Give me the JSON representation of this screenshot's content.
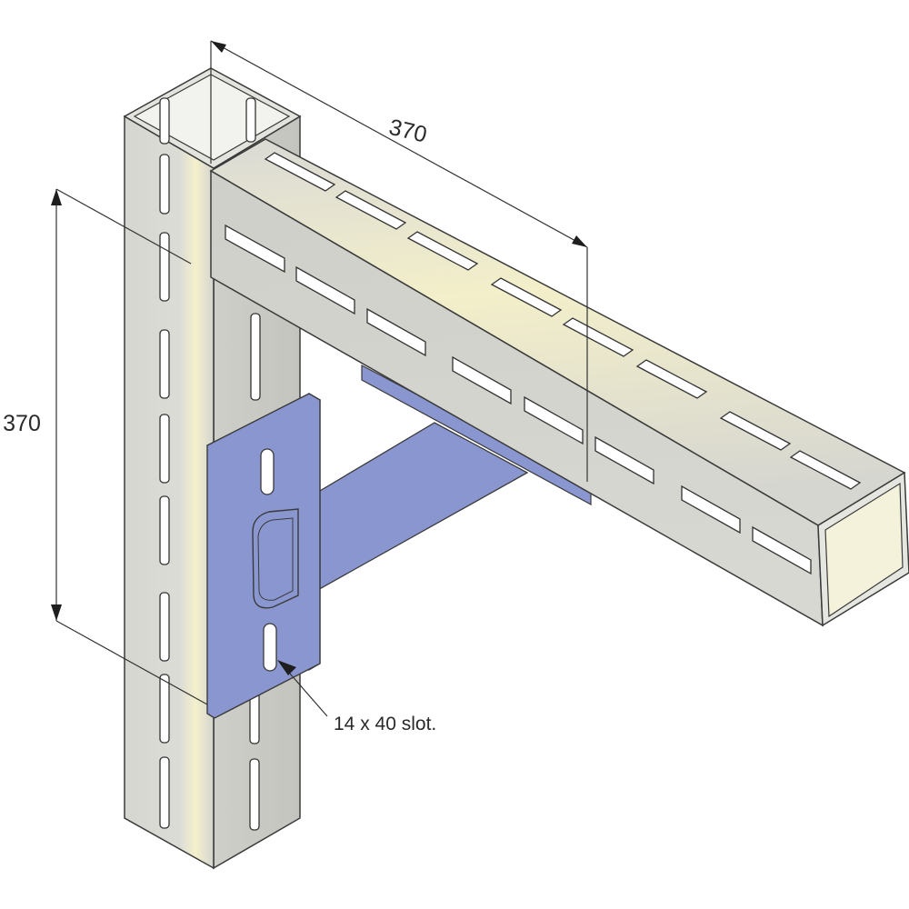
{
  "diagram": {
    "dimension_horizontal": "370",
    "dimension_vertical": "370",
    "slot_note": "14 x 40 slot."
  },
  "colors": {
    "steel": "#d9d9d4",
    "steel_shade": "#c9c9c3",
    "steel_highlight": "#f3efc9",
    "bracket": "#8a96cf",
    "bracket_dark": "#7784c3",
    "outline": "#3a3a3a",
    "dimension_line": "#333333"
  }
}
